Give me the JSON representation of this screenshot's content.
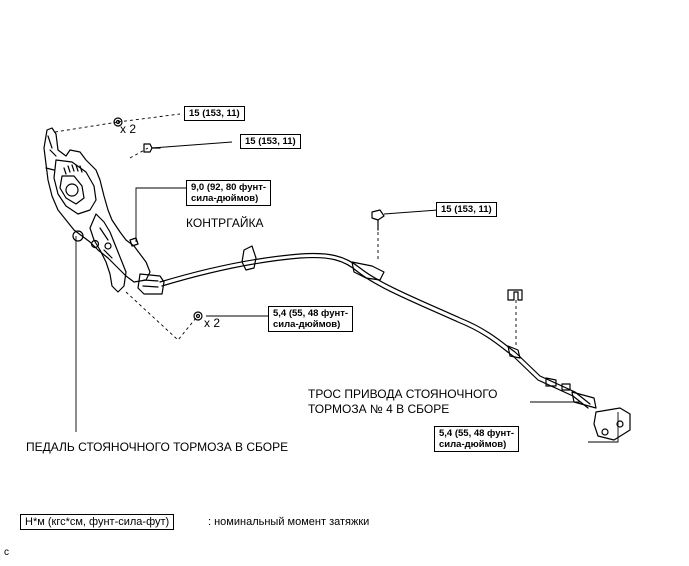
{
  "torque_labels": {
    "t1": "15 (153, 11)",
    "t2": "15 (153, 11)",
    "t3_line1": "9,0 (92, 80 фунт-",
    "t3_line2": "сила-дюймов)",
    "t4": "15 (153, 11)",
    "t5_line1": "5,4 (55, 48 фунт-",
    "t5_line2": "сила-дюймов)",
    "t6_line1": "5,4 (55, 48 фунт-",
    "t6_line2": "сила-дюймов)"
  },
  "multipliers": {
    "m1": "x 2",
    "m2": "x 2"
  },
  "parts": {
    "locknut": "КОНТРГАЙКА",
    "cable_line1": "ТРОС ПРИВОДА СТОЯНОЧНОГО",
    "cable_line2": "ТОРМОЗА № 4 В СБОРЕ",
    "pedal": "ПЕДАЛЬ СТОЯНОЧНОГО ТОРМОЗА В СБОРЕ"
  },
  "legend": {
    "unit_box": "Н*м (кгс*см, фунт-сила-фут)",
    "description": ": номинальный момент затяжки"
  },
  "figure_code": "c"
}
